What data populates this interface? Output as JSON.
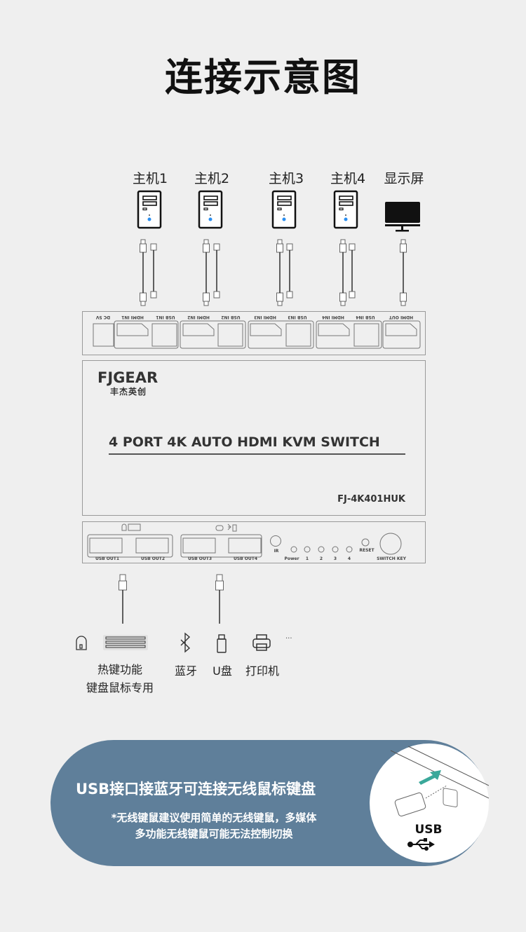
{
  "title": "连接示意图",
  "hosts": [
    {
      "label": "主机1"
    },
    {
      "label": "主机2"
    },
    {
      "label": "主机3"
    },
    {
      "label": "主机4"
    },
    {
      "label": "显示屏"
    }
  ],
  "back_panel": {
    "ports": [
      "DC 5V",
      "HDMI IN1",
      "USB IN1",
      "HDMI IN2",
      "USB IN2",
      "HDMI IN3",
      "USB IN3",
      "HDMI IN4",
      "USB IN4",
      "HDMI OUT"
    ]
  },
  "device": {
    "brand": "FJGEAR",
    "brand_cn": "丰杰英创",
    "product": "4 PORT 4K  AUTO HDMI KVM SWITCH",
    "model": "FJ-4K401HUK"
  },
  "front_panel": {
    "usb": [
      "USB OUT1",
      "USB OUT2",
      "USB OUT3",
      "USB OUT4"
    ],
    "ir": "IR",
    "leds": [
      "Power",
      "1",
      "2",
      "3",
      "4"
    ],
    "reset": "RESET",
    "switch_key": "SWITCH KEY"
  },
  "peripherals": {
    "group1_line1": "热键功能",
    "group1_line2": "键盘鼠标专用",
    "bluetooth": "蓝牙",
    "udisk": "U盘",
    "printer": "打印机",
    "more": "···"
  },
  "banner": {
    "heading": "USB接口接蓝牙可连接无线鼠标键盘",
    "note_line1": "*无线键鼠建议使用简单的无线键鼠，多媒体",
    "note_line2": "多功能无线键鼠可能无法控制切换",
    "usb_label": "USB"
  },
  "colors": {
    "banner": "#5f7f9a",
    "arrow": "#3aa89a",
    "led_blue": "#2a8ef0"
  }
}
